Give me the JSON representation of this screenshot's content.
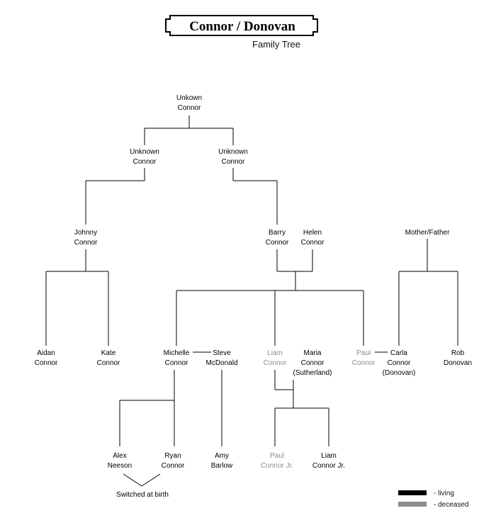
{
  "header": {
    "title": "Connor / Donovan",
    "subtitle": "Family Tree"
  },
  "colors": {
    "living": "#000000",
    "deceased": "#8c8c8c",
    "edge": "#000000"
  },
  "people": {
    "unkown_connor_root": {
      "lines": [
        "Unkown",
        "Connor"
      ],
      "status": "living"
    },
    "unknown_connor_left": {
      "lines": [
        "Unknown",
        "Connor"
      ],
      "status": "living"
    },
    "unknown_connor_right": {
      "lines": [
        "Unknown",
        "Connor"
      ],
      "status": "living"
    },
    "johnny_connor": {
      "lines": [
        "Johnny",
        "Connor"
      ],
      "status": "living"
    },
    "barry_connor": {
      "lines": [
        "Barry",
        "Connor"
      ],
      "status": "living"
    },
    "helen_connor": {
      "lines": [
        "Helen",
        "Connor"
      ],
      "status": "living"
    },
    "mother_father": {
      "lines": [
        "Mother/Father"
      ],
      "status": "living"
    },
    "aidan_connor": {
      "lines": [
        "Aidan",
        "Connor"
      ],
      "status": "living"
    },
    "kate_connor": {
      "lines": [
        "Kate",
        "Connor"
      ],
      "status": "living"
    },
    "michelle_connor": {
      "lines": [
        "Michelle",
        "Connor"
      ],
      "status": "living"
    },
    "steve_mcdonald": {
      "lines": [
        "Steve",
        "McDonald"
      ],
      "status": "living"
    },
    "liam_connor": {
      "lines": [
        "Liam",
        "Connor"
      ],
      "status": "deceased"
    },
    "maria_connor": {
      "lines": [
        "Maria",
        "Connor",
        "(Sutherland)"
      ],
      "status": "living"
    },
    "paul_connor": {
      "lines": [
        "Paul",
        "Connor"
      ],
      "status": "deceased"
    },
    "carla_connor": {
      "lines": [
        "Carla",
        "Connor",
        "(Donovan)"
      ],
      "status": "living"
    },
    "rob_donovan": {
      "lines": [
        "Rob",
        "Donovan"
      ],
      "status": "living"
    },
    "alex_neeson": {
      "lines": [
        "Alex",
        "Neeson"
      ],
      "status": "living"
    },
    "ryan_connor": {
      "lines": [
        "Ryan",
        "Connor"
      ],
      "status": "living"
    },
    "amy_barlow": {
      "lines": [
        "Amy",
        "Barlow"
      ],
      "status": "living"
    },
    "paul_connor_jr": {
      "lines": [
        "Paul",
        "Connor Jr."
      ],
      "status": "deceased"
    },
    "liam_connor_jr": {
      "lines": [
        "Liam",
        "Connor Jr."
      ],
      "status": "living"
    }
  },
  "annotations": {
    "switched_at_birth": "Switched at birth"
  },
  "legend": {
    "living_label": "- living",
    "deceased_label": "- deceased"
  }
}
